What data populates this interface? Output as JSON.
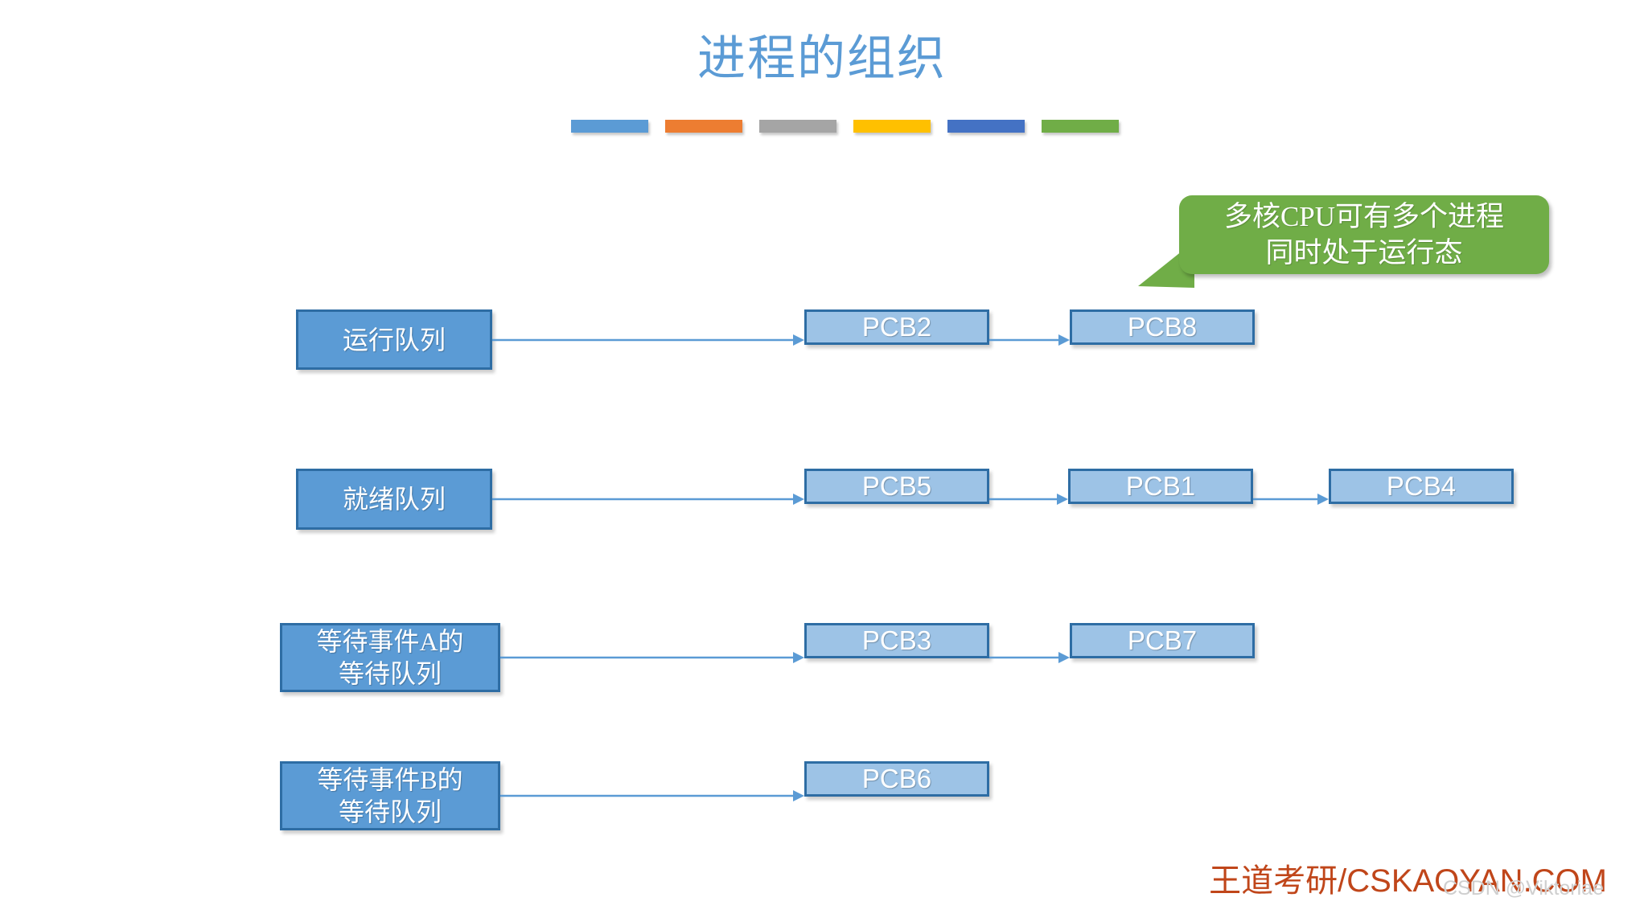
{
  "slide": {
    "title": "进程的组织",
    "title_color": "#5B9BD5",
    "background": "#FFFFFF"
  },
  "accent_bars": [
    {
      "name": "bar-blue",
      "color": "#5B9BD5"
    },
    {
      "name": "bar-orange",
      "color": "#ED7D31"
    },
    {
      "name": "bar-gray",
      "color": "#A5A5A5"
    },
    {
      "name": "bar-yellow",
      "color": "#FFC000"
    },
    {
      "name": "bar-dark-blue",
      "color": "#4472C4"
    },
    {
      "name": "bar-green",
      "color": "#70AD47"
    }
  ],
  "callout": {
    "line1": "多核CPU可有多个进程",
    "line2": "同时处于运行态",
    "fill_color": "#70AD47",
    "text_color": "#FFFFFF"
  },
  "diagram": {
    "queue_fill": "#5B9BD5",
    "pcb_fill": "#9DC3E6",
    "border_color": "#2E6DA4",
    "arrow_color": "#5B9BD5",
    "rows": [
      {
        "id": "running-queue",
        "label_lines": [
          "运行队列"
        ],
        "nodes": [
          "PCB2",
          "PCB8"
        ]
      },
      {
        "id": "ready-queue",
        "label_lines": [
          "就绪队列"
        ],
        "nodes": [
          "PCB5",
          "PCB1",
          "PCB4"
        ]
      },
      {
        "id": "wait-queue-event-a",
        "label_lines": [
          "等待事件A的",
          "等待队列"
        ],
        "nodes": [
          "PCB3",
          "PCB7"
        ]
      },
      {
        "id": "wait-queue-event-b",
        "label_lines": [
          "等待事件B的",
          "等待队列"
        ],
        "nodes": [
          "PCB6"
        ]
      }
    ]
  },
  "footer": {
    "brand_cn": "王道考研",
    "brand_sep": "/",
    "brand_en": "CSKAOYAN.COM",
    "brand_color": "#C0461A",
    "watermark": "CSDN @Viktoriae"
  }
}
